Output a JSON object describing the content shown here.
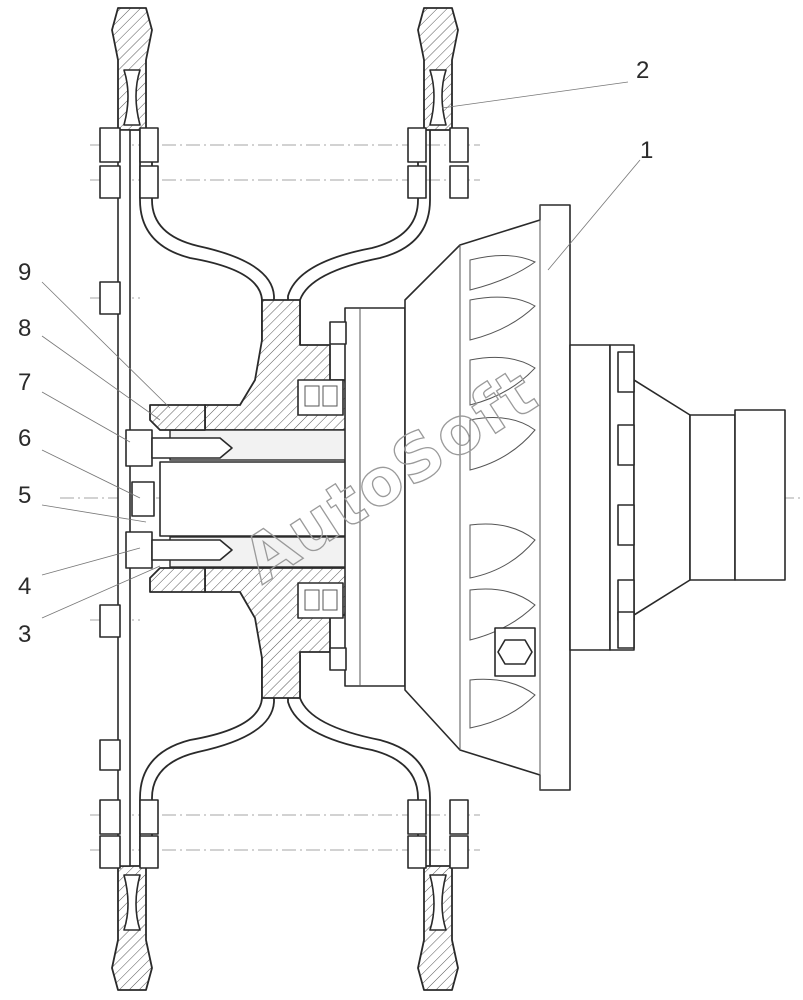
{
  "callouts": [
    {
      "number": "1"
    },
    {
      "number": "2"
    },
    {
      "number": "3"
    },
    {
      "number": "4"
    },
    {
      "number": "5"
    },
    {
      "number": "6"
    },
    {
      "number": "7"
    },
    {
      "number": "8"
    },
    {
      "number": "9"
    }
  ],
  "watermark": {
    "text": "AutoSoft"
  }
}
